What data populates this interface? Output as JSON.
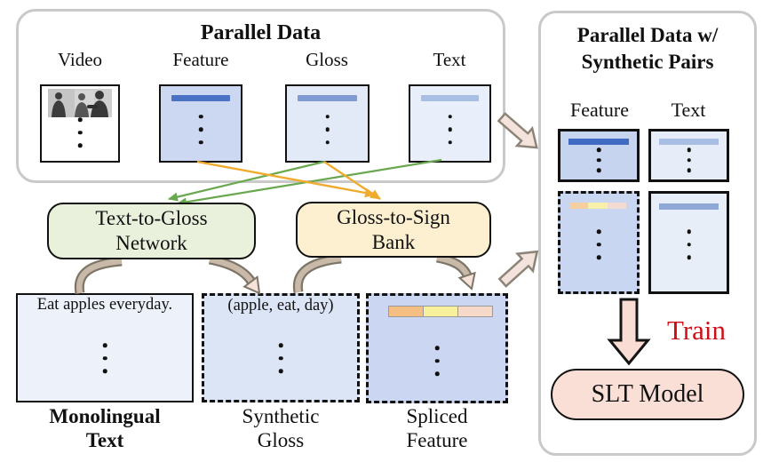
{
  "left_panel": {
    "title": "Parallel Data",
    "columns": [
      "Video",
      "Feature",
      "Gloss",
      "Text"
    ]
  },
  "modules": {
    "text_to_gloss": {
      "line1": "Text-to-Gloss",
      "line2": "Network"
    },
    "gloss_to_sign": {
      "line1": "Gloss-to-Sign",
      "line2": "Bank"
    }
  },
  "bottom_row": {
    "monolingual": {
      "sample": "Eat apples everyday.",
      "caption_line1": "Monolingual",
      "caption_line2": "Text"
    },
    "synthetic_gloss": {
      "sample": "(apple, eat, day)",
      "caption_line1": "Synthetic",
      "caption_line2": "Gloss"
    },
    "spliced_feature": {
      "caption_line1": "Spliced",
      "caption_line2": "Feature"
    }
  },
  "right_panel": {
    "title_line1": "Parallel Data w/",
    "title_line2": "Synthetic Pairs",
    "columns": [
      "Feature",
      "Text"
    ],
    "train_label": "Train",
    "slt_model_label": "SLT Model"
  },
  "colors": {
    "panel_border": "#c9c9c9",
    "feature_fill": "#ccd8f2",
    "feature_bar": "#4a72c4",
    "gloss_fill": "#e3eaf7",
    "gloss_bar": "#7f9bd1",
    "text_fill": "#e9effa",
    "text_bar": "#a9bee3",
    "r1f_fill": "#c6d4f0",
    "r1f_bar": "#3f6bc2",
    "r1t_fill": "#e7edf8",
    "r1t_bar": "#a9bee3",
    "r2f_fill": "#c9d6f2",
    "r2t_fill": "#e8eef8",
    "r2t_bar": "#8fa8d5",
    "module_green_fill": "#e9f0dc",
    "module_orange_fill": "#fdf0d0",
    "mono_fill": "#edf1fa",
    "synthetic_fill": "#dce5f6",
    "spliced_fill": "#cbd7f2",
    "spliced_bar_1": "#f5be83",
    "spliced_bar_2": "#f7f19d",
    "spliced_bar_3": "#f7d9c9",
    "spliced_pale_1": "#f6cfa0",
    "spliced_pale_2": "#f7f0a8",
    "spliced_pale_3": "#f3dbd3",
    "green_arrow": "#6aa84f",
    "yellow_arrow": "#f0ab2e",
    "band_outer": "#7e7569",
    "band_inner": "#c9b9a9",
    "band_head_fill": "#f6e2d8",
    "block_arrow_fill": "#f4e3dc",
    "block_arrow_stroke": "#8d8478",
    "train_red": "#cc1016",
    "train_arrow_fill": "#f9dcd3",
    "slt_fill": "#fadfd6"
  }
}
